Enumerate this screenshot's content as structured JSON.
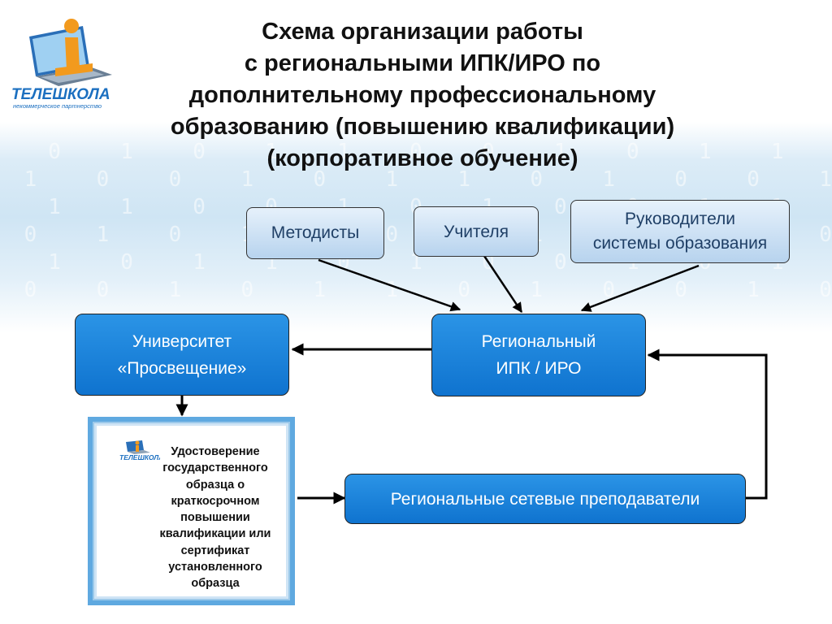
{
  "logo": {
    "brand": "ТЕЛЕШКОЛА",
    "tagline": "некоммерческое партнерство"
  },
  "title_lines": [
    "Схема организации работы",
    "с региональными ИПК/ИРО по",
    "дополнительному профессиональному",
    "образованию (повышению квалификации)",
    "(корпоративное обучение)"
  ],
  "nodes": {
    "methodists": "Методисты",
    "teachers": "Учителя",
    "leaders": [
      "Руководители",
      "системы образования"
    ],
    "university": [
      "Университет",
      "«Просвещение»"
    ],
    "regional": [
      "Региональный",
      "ИПК / ИРО"
    ],
    "network_teachers": "Региональные сетевые преподаватели"
  },
  "certificate": {
    "logo": "ТЕЛЕШКОЛА",
    "lines": [
      "Удостоверение",
      "государственного",
      "образца о",
      "краткосрочном",
      "повышении",
      "квалификации или",
      "сертификат",
      "установленного",
      "образца"
    ]
  },
  "colors": {
    "node_blue": "#1a7fd9",
    "node_light": "#c6dcf1",
    "arrow": "#000000"
  }
}
